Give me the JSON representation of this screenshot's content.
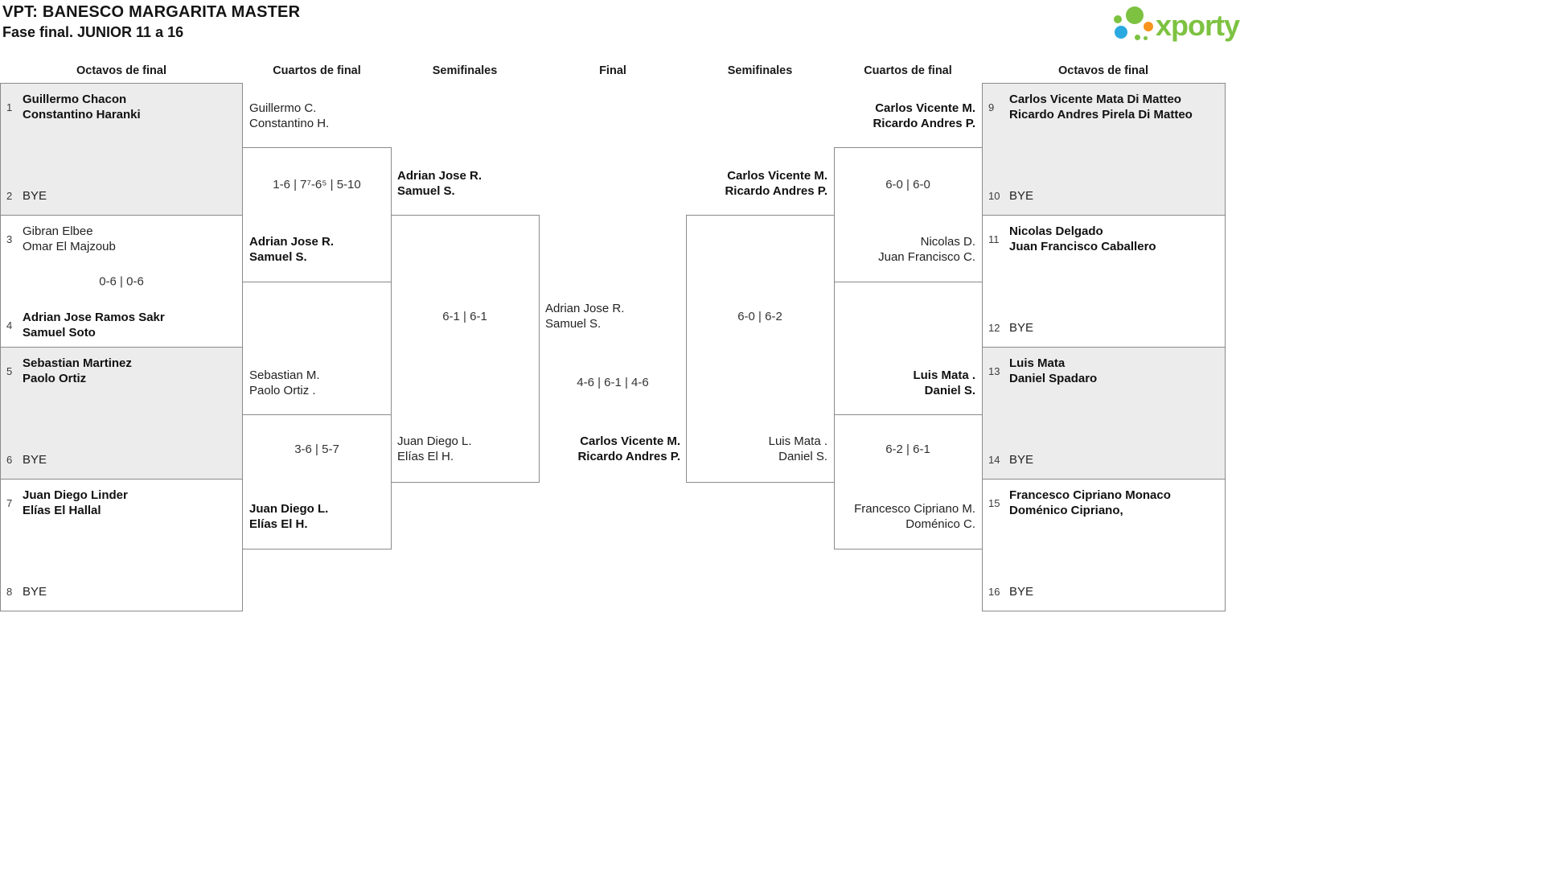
{
  "header": {
    "title": "VPT: BANESCO MARGARITA MASTER",
    "subtitle": "Fase final. JUNIOR 11 a 16"
  },
  "logo": {
    "wordmark": "xporty",
    "green": "#7dc241",
    "blue": "#2aa9e0",
    "orange": "#f7941e"
  },
  "rounds": [
    "Octavos de final",
    "Cuartos de final",
    "Semifinales",
    "Final",
    "Semifinales",
    "Cuartos de final",
    "Octavos de final"
  ],
  "octavos_left": [
    {
      "top": {
        "seed": "1",
        "line1": "Guillermo Chacon",
        "line2": "Constantino Haranki"
      },
      "bottom": {
        "seed": "2",
        "line1": "BYE"
      }
    },
    {
      "top": {
        "seed": "3",
        "line1": "Gibran Elbee",
        "line2": "Omar El Majzoub"
      },
      "score": "0-6 | 0-6",
      "bottom": {
        "seed": "4",
        "line1": "Adrian Jose Ramos Sakr",
        "line2": "Samuel Soto"
      }
    },
    {
      "top": {
        "seed": "5",
        "line1": "Sebastian Martinez",
        "line2": "Paolo Ortiz"
      },
      "bottom": {
        "seed": "6",
        "line1": "BYE"
      }
    },
    {
      "top": {
        "seed": "7",
        "line1": "Juan Diego Linder",
        "line2": "Elías El Hallal"
      },
      "bottom": {
        "seed": "8",
        "line1": "BYE"
      }
    }
  ],
  "octavos_right": [
    {
      "top": {
        "seed": "9",
        "line1": "Carlos Vicente Mata Di Matteo",
        "line2": "Ricardo Andres Pirela Di Matteo"
      },
      "bottom": {
        "seed": "10",
        "line1": "BYE"
      }
    },
    {
      "top": {
        "seed": "11",
        "line1": "Nicolas Delgado",
        "line2": "Juan Francisco Caballero"
      },
      "bottom": {
        "seed": "12",
        "line1": "BYE"
      }
    },
    {
      "top": {
        "seed": "13",
        "line1": "Luis Mata",
        "line2": "Daniel Spadaro"
      },
      "bottom": {
        "seed": "14",
        "line1": "BYE"
      }
    },
    {
      "top": {
        "seed": "15",
        "line1": "Francesco Cipriano Monaco",
        "line2": "Doménico Cipriano,"
      },
      "bottom": {
        "seed": "16",
        "line1": "BYE"
      }
    }
  ],
  "cuartos_left": [
    {
      "top": {
        "line1": "Guillermo C.",
        "line2": "Constantino H."
      },
      "score": "1-6 | 7⁷-6⁵ | 5-10",
      "bottom": {
        "line1": "Adrian Jose R.",
        "line2": "Samuel S."
      }
    },
    {
      "top": {
        "line1": "Sebastian M.",
        "line2": "Paolo Ortiz ."
      },
      "score": "3-6 | 5-7",
      "bottom": {
        "line1": "Juan Diego L.",
        "line2": "Elías El H."
      }
    }
  ],
  "semi_left": {
    "top": {
      "line1": "Adrian Jose R.",
      "line2": "Samuel S."
    },
    "score": "6-1 | 6-1",
    "bottom": {
      "line1": "Juan Diego L.",
      "line2": "Elías El H."
    }
  },
  "final": {
    "top": {
      "line1": "Adrian Jose R.",
      "line2": "Samuel S."
    },
    "score": "4-6 | 6-1 | 4-6",
    "bottom": {
      "line1": "Carlos Vicente M.",
      "line2": "Ricardo Andres P."
    }
  },
  "semi_right": {
    "top": {
      "line1": "Carlos Vicente M.",
      "line2": "Ricardo Andres P."
    },
    "score": "6-0 | 6-2",
    "bottom": {
      "line1": "Luis Mata .",
      "line2": "Daniel S."
    }
  },
  "cuartos_right": [
    {
      "top": {
        "line1": "Carlos Vicente M.",
        "line2": "Ricardo Andres P."
      },
      "score": "6-0 | 6-0",
      "bottom": {
        "line1": "Nicolas D.",
        "line2": "Juan Francisco C."
      }
    },
    {
      "top": {
        "line1": "Luis Mata .",
        "line2": "Daniel S."
      },
      "score": "6-2 | 6-1",
      "bottom": {
        "line1": "Francesco Cipriano M.",
        "line2": "Doménico C."
      }
    }
  ]
}
